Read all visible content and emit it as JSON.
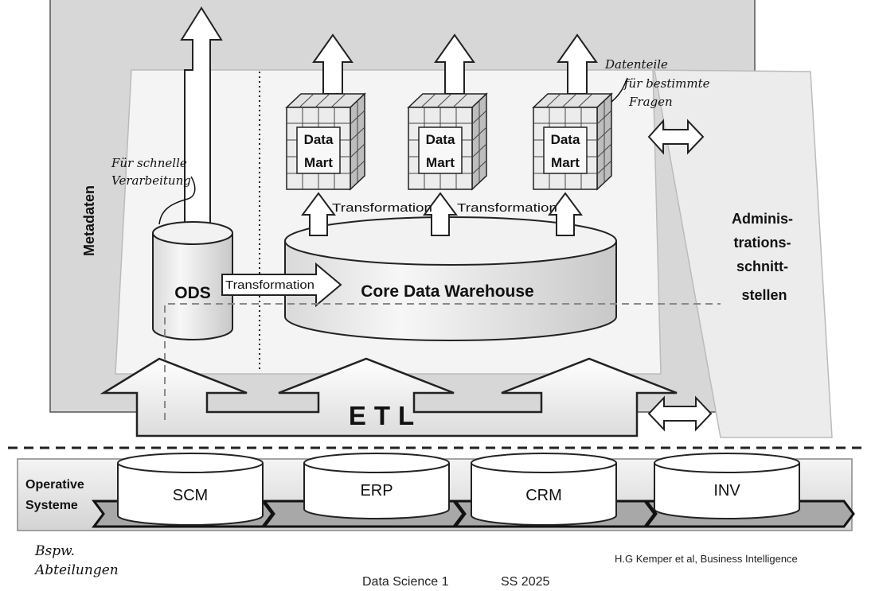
{
  "labels": {
    "metadaten": "Metadaten",
    "data_mart_line1": "Data",
    "data_mart_line2": "Mart",
    "transformation": "Transformation",
    "ods": "ODS",
    "core_dwh": "Core Data Warehouse",
    "etl": "ETL",
    "admin": [
      "Adminis-",
      "trations-",
      "schnitt-",
      "stellen"
    ],
    "operative": [
      "Operative",
      "Systeme"
    ]
  },
  "sources": [
    "SCM",
    "ERP",
    "CRM",
    "INV"
  ],
  "annotations": {
    "ods_note": [
      "Für schnelle",
      "Verarbeitung"
    ],
    "mart_note": [
      "Datenteile",
      "für bestimmte",
      "Fragen"
    ],
    "bottom_note": [
      "Bspw.",
      "Abteilungen"
    ]
  },
  "footer": {
    "citation": "H.G Kemper et al, Business Intelligence",
    "course": "Data Science 1",
    "semester": "SS 2025"
  }
}
